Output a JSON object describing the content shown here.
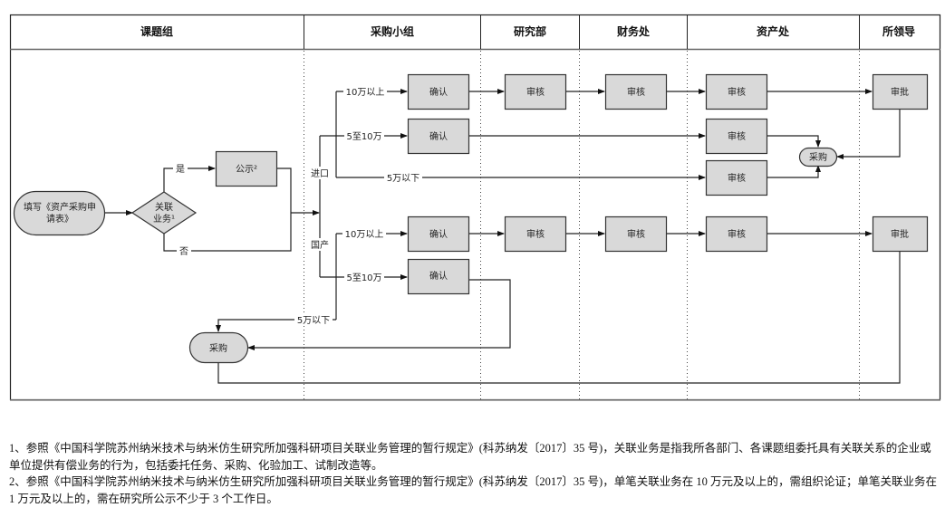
{
  "lanes": [
    {
      "id": "ketizu",
      "title": "课题组"
    },
    {
      "id": "caigouxiaozu",
      "title": "采购小组"
    },
    {
      "id": "yanjiubu",
      "title": "研究部"
    },
    {
      "id": "caiwuchu",
      "title": "财务处"
    },
    {
      "id": "zichanchu",
      "title": "资产处"
    },
    {
      "id": "suolingdao",
      "title": "所领导"
    }
  ],
  "nodes": {
    "fill_form": {
      "line1": "填写《资产采购申",
      "line2": "请表》"
    },
    "related_business": {
      "line1": "关联",
      "line2": "业务¹"
    },
    "publicity": {
      "label": "公示²"
    },
    "import_over10_confirm": {
      "label": "确认"
    },
    "import_5to10_confirm": {
      "label": "确认"
    },
    "import_over10_research_review": {
      "label": "审核"
    },
    "import_over10_finance_review": {
      "label": "审核"
    },
    "import_over10_asset_review": {
      "label": "审核"
    },
    "import_5to10_asset_review": {
      "label": "审核"
    },
    "import_under5_asset_review": {
      "label": "审核"
    },
    "import_leader_approve": {
      "label": "审批"
    },
    "import_purchase": {
      "label": "采购"
    },
    "domestic_over10_confirm": {
      "label": "确认"
    },
    "domestic_5to10_confirm": {
      "label": "确认"
    },
    "domestic_over10_research_review": {
      "label": "审核"
    },
    "domestic_over10_finance_review": {
      "label": "审核"
    },
    "domestic_over10_asset_review": {
      "label": "审核"
    },
    "domestic_leader_approve": {
      "label": "审批"
    },
    "domestic_purchase": {
      "label": "采购"
    }
  },
  "edge_labels": {
    "yes": "是",
    "no": "否",
    "import": "进口",
    "domestic": "国产",
    "import_over10": "10万以上",
    "import_5to10": "5至10万",
    "import_under5": "5万以下",
    "domestic_over10": "10万以上",
    "domestic_5to10": "5至10万",
    "domestic_under5": "5万以下"
  },
  "notes": [
    "1、参照《中国科学院苏州纳米技术与纳米仿生研究所加强科研项目关联业务管理的暂行规定》(科苏纳发〔2017〕35 号)，关联业务是指我所各部门、各课题组委托具有关联关系的企业或单位提供有偿业务的行为，包括委托任务、采购、化验加工、试制改造等。",
    "2、参照《中国科学院苏州纳米技术与纳米仿生研究所加强科研项目关联业务管理的暂行规定》(科苏纳发〔2017〕35 号)，单笔关联业务在 10 万元及以上的，需组织论证；单笔关联业务在 1 万元及以上的，需在研究所公示不少于 3 个工作日。"
  ],
  "colors": {
    "node_fill": "#d9d9d9",
    "border": "#333333",
    "line": "#222222"
  }
}
